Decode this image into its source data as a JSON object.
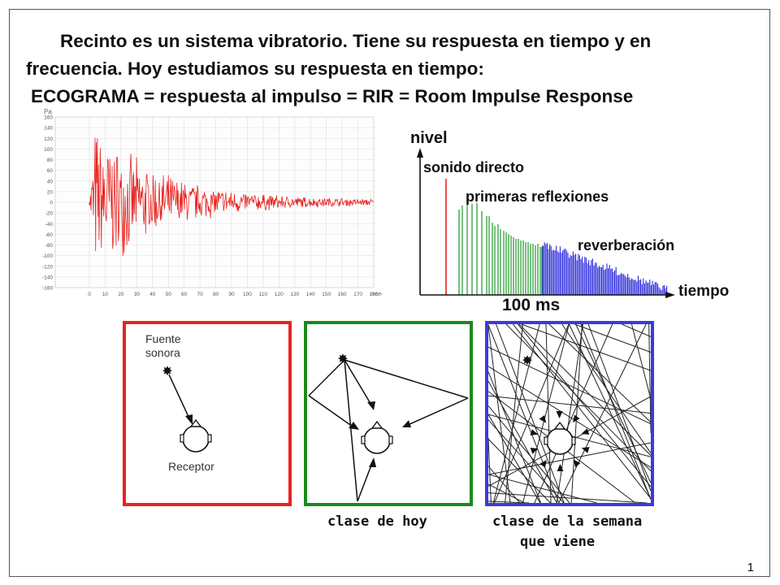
{
  "title": {
    "line1": "Recinto es un sistema vibratorio. Tiene su respuesta en tiempo y en",
    "line2": "frecuencia. Hoy estudiamos su respuesta en tiempo:",
    "line3": "ECOGRAMA  = respuesta al impulso  = RIR = Room Impulse Response"
  },
  "waveform": {
    "unit_top": "Pa",
    "unit_x": "msec",
    "y_ticks": [
      "160",
      "140",
      "120",
      "100",
      "80",
      "60",
      "40",
      "20",
      "0",
      "-20",
      "-40",
      "-60",
      "-80",
      "-100",
      "-120",
      "-140",
      "-160"
    ],
    "x_ticks": [
      "0",
      "10",
      "20",
      "30",
      "40",
      "50",
      "60",
      "70",
      "80",
      "90",
      "100",
      "110",
      "120",
      "130",
      "140",
      "150",
      "160",
      "170",
      "180"
    ],
    "color": "#e8231f"
  },
  "echogram": {
    "y_label": "nivel",
    "x_label": "tiempo",
    "direct_label": "sonido directo",
    "early_label": "primeras reflexiones",
    "reverb_label": "reverberación",
    "colors": {
      "direct": "#e8231f",
      "early": "#3fa64a",
      "reverb": "#2b2bdc"
    }
  },
  "time_marker": "100 ms",
  "panels": {
    "direct": {
      "source_label_1": "Fuente",
      "source_label_2": "sonora",
      "receiver_label": "Receptor",
      "border": "#e8231f"
    },
    "early": {
      "border": "#1a8a1a"
    },
    "reverb": {
      "border": "#3a3ae0"
    }
  },
  "captions": {
    "today": "clase de hoy",
    "next_1": "clase de la semana",
    "next_2": "que viene"
  },
  "page_number": "1"
}
